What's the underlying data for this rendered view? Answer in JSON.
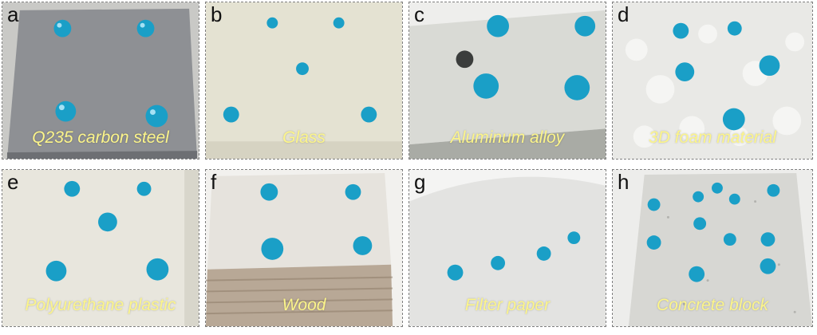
{
  "figure": {
    "panels": [
      {
        "letter": "a",
        "caption": "Q235 carbon steel",
        "surface_color": "#8e9094"
      },
      {
        "letter": "b",
        "caption": "Glass",
        "surface_color": "#e4e2d2"
      },
      {
        "letter": "c",
        "caption": "Aluminum alloy",
        "surface_color": "#d9dad5"
      },
      {
        "letter": "d",
        "caption": "3D foam material",
        "surface_color": "#e9e9e6"
      },
      {
        "letter": "e",
        "caption": "Polyurethane plastic",
        "surface_color": "#e8e6dd"
      },
      {
        "letter": "f",
        "caption": "Wood",
        "surface_color": "#e6e3dd"
      },
      {
        "letter": "g",
        "caption": "Filter paper",
        "surface_color": "#e3e3e1"
      },
      {
        "letter": "h",
        "caption": "Concrete block",
        "surface_color": "#d7d7d3"
      }
    ],
    "caption_color": "#fcf58a",
    "droplet_color": "#1aa0c8"
  }
}
